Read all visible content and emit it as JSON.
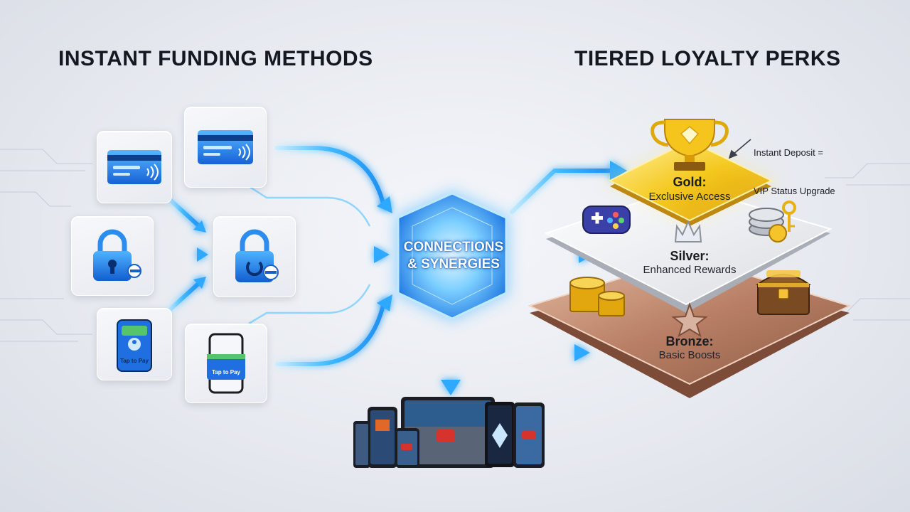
{
  "headings": {
    "left": "INSTANT FUNDING METHODS",
    "right": "TIERED LOYALTY PERKS"
  },
  "funding_methods": {
    "card_1": {
      "icon": "contactless-card-icon"
    },
    "card_2": {
      "icon": "contactless-card-icon"
    },
    "lock_1": {
      "icon": "padlock-key-icon"
    },
    "lock_2": {
      "icon": "padlock-key-icon"
    },
    "pay_1": {
      "icon": "tap-to-pay-phone-icon",
      "label": "Tap to Pay"
    },
    "pay_2": {
      "icon": "tap-to-pay-phone-icon",
      "label": "Tap to Pay"
    }
  },
  "hub": {
    "line1": "CONNECTIONS",
    "line2": "& SYNERGIES"
  },
  "tiers": {
    "gold": {
      "name": "Gold:",
      "perk": "Exclusive Access",
      "icon": "trophy-icon",
      "color": "#f2c21a"
    },
    "silver": {
      "name": "Silver:",
      "perk": "Enhanced Rewards",
      "icon": "crown-icon",
      "color": "#e6e8ec"
    },
    "bronze": {
      "name": "Bronze:",
      "perk": "Basic Boosts",
      "icon": "star-icon",
      "color": "#b07a5e"
    }
  },
  "tier_side_icons": [
    "gamepad-icon",
    "coins-key-icon",
    "gold-coins-icon",
    "treasure-chest-icon"
  ],
  "callout": {
    "line1": "Instant Deposit =",
    "line2": "VIP Status Upgrade"
  },
  "devices": {
    "icon": "gaming-devices-icon"
  },
  "colors": {
    "flow": "#27a9ff",
    "flow_glow": "#7fd0ff",
    "hub": "#1d7cf2"
  }
}
